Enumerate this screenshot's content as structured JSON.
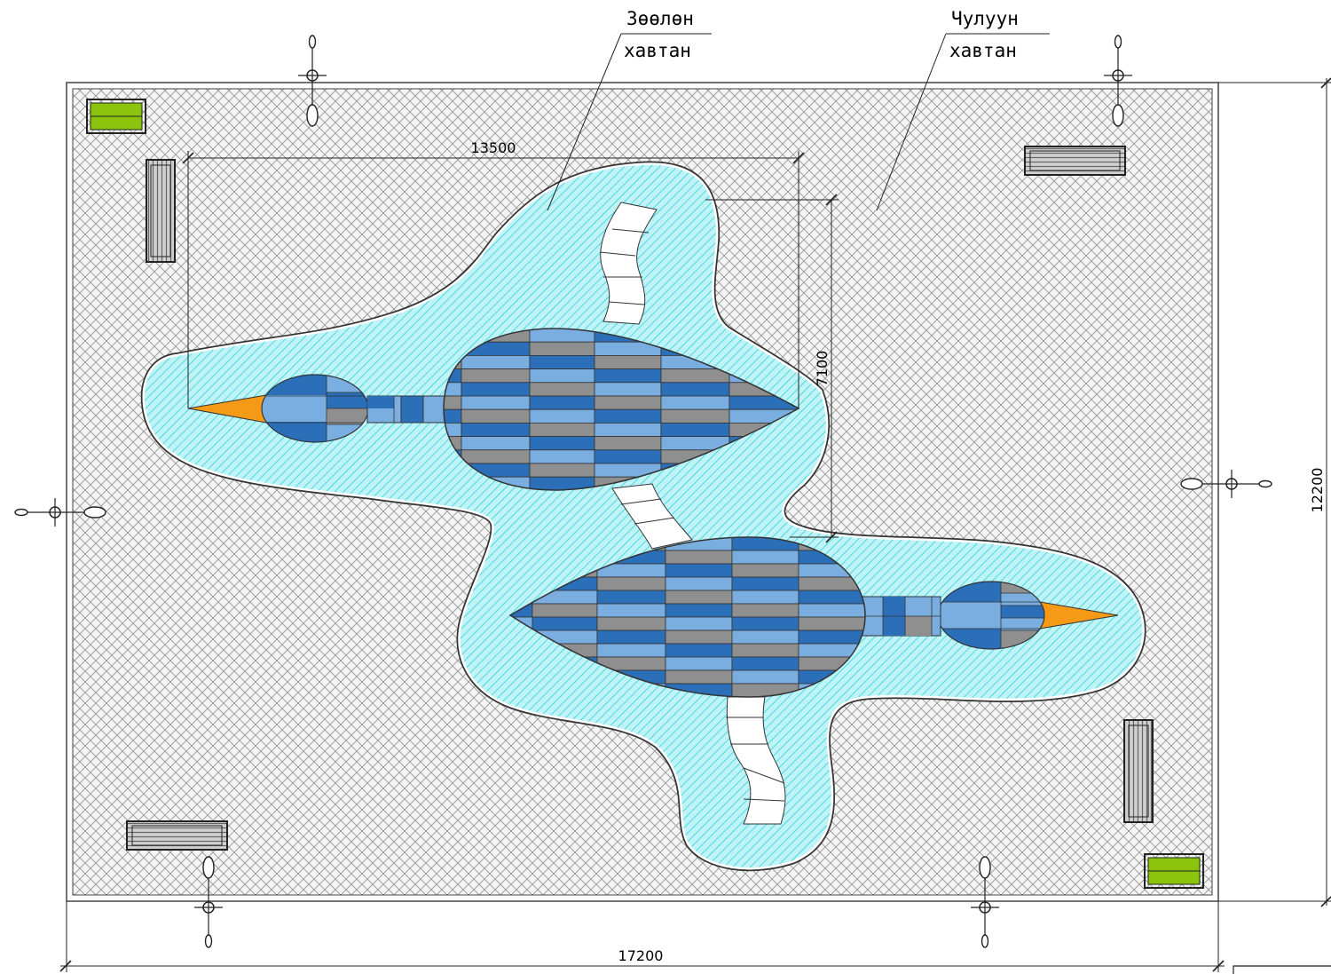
{
  "labels": {
    "rubber_tile": [
      "Зөөлөн",
      "хавтан"
    ],
    "stone_tile": [
      "Чулуун",
      "хавтан"
    ]
  },
  "dimensions": {
    "inner_width": "13500",
    "inner_height": "7100",
    "total_width": "17200",
    "total_height": "12200"
  },
  "colors": {
    "soft_fill": "#bff3f6",
    "soft_hatch": "#19cfe0",
    "tile_dark_blue": "#2a6fb8",
    "tile_light_blue": "#7aade0",
    "tile_gray": "#8f8f8f",
    "beak": "#f59a16",
    "bench_green": "#8bc40c",
    "paver_line": "#9a9a9a"
  },
  "icons": [
    "lamp-post-icon",
    "bench-icon",
    "trash-bin-icon"
  ]
}
